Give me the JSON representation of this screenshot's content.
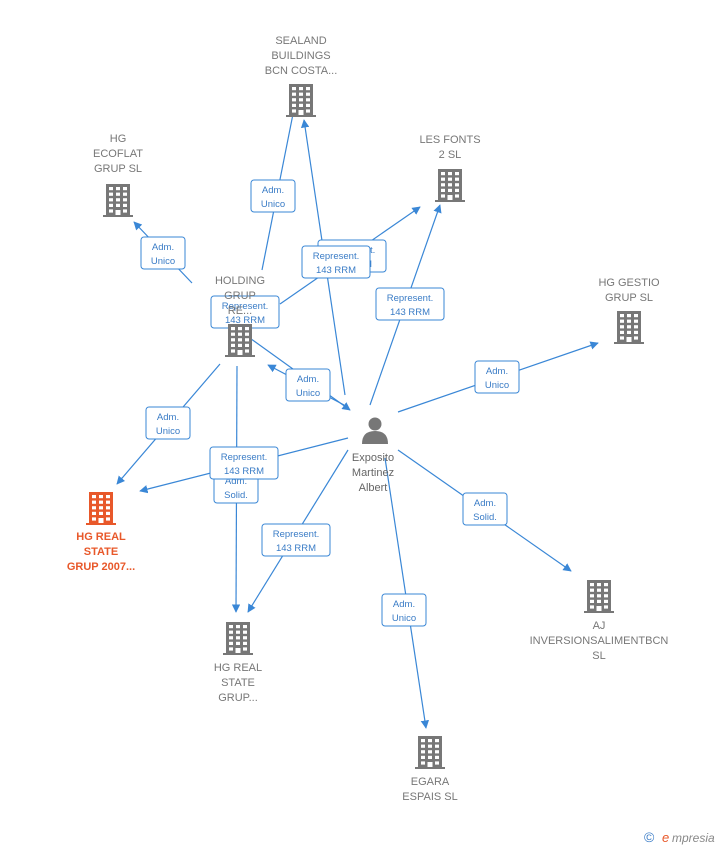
{
  "colors": {
    "edge": "#3a87d6",
    "company_icon": "#777777",
    "focus_company": "#e8582a",
    "person_icon": "#777777",
    "label_text": "#777777"
  },
  "person": {
    "icon": "person-icon",
    "lines": [
      "Exposito",
      "Martinez",
      "Albert"
    ]
  },
  "companies": [
    {
      "id": "sealand",
      "icon": "building-icon",
      "lines": [
        "SEALAND",
        "BUILDINGS",
        "BCN COSTA..."
      ]
    },
    {
      "id": "ecoflat",
      "icon": "building-icon",
      "lines": [
        "HG",
        "ECOFLAT",
        "GRUP  SL"
      ]
    },
    {
      "id": "lesfonts",
      "icon": "building-icon",
      "lines": [
        "LES FONTS",
        "2  SL"
      ]
    },
    {
      "id": "holding",
      "icon": "building-icon",
      "lines": [
        "HOLDING",
        "GRUP",
        "RE..."
      ]
    },
    {
      "id": "gestio",
      "icon": "building-icon",
      "lines": [
        "HG GESTIO",
        "GRUP SL"
      ]
    },
    {
      "id": "realstate2007",
      "icon": "building-icon",
      "focus": true,
      "lines": [
        "HG REAL",
        "STATE",
        "GRUP 2007..."
      ]
    },
    {
      "id": "realstategrup",
      "icon": "building-icon",
      "lines": [
        "HG REAL",
        "STATE",
        "GRUP..."
      ]
    },
    {
      "id": "aj",
      "icon": "building-icon",
      "lines": [
        "AJ",
        "INVERSIONSALIMENTBCN",
        "SL"
      ]
    },
    {
      "id": "egara",
      "icon": "building-icon",
      "lines": [
        "EGARA",
        "ESPAIS  SL"
      ]
    }
  ],
  "edges": [
    {
      "id": "e1",
      "label": [
        "Adm.",
        "Unico"
      ]
    },
    {
      "id": "e2",
      "label": [
        "Adm.",
        "Unico"
      ]
    },
    {
      "id": "e3",
      "label": [
        "Represent.",
        "143 RRM"
      ]
    },
    {
      "id": "e4",
      "label": [
        "Represent.",
        "143 RRM"
      ]
    },
    {
      "id": "e5",
      "label": [
        "Represent.",
        "143 RRM"
      ]
    },
    {
      "id": "e6",
      "label": [
        "Adm.",
        "Unico"
      ]
    },
    {
      "id": "e7",
      "label": [
        "Adm.",
        "Unico"
      ]
    },
    {
      "id": "e8",
      "label": [
        "Adm.",
        "Unico"
      ]
    },
    {
      "id": "e9",
      "label": [
        "Represent.",
        "143 RRM"
      ]
    },
    {
      "id": "e10",
      "label": [
        "Adm.",
        "Solid."
      ]
    },
    {
      "id": "e11",
      "label": [
        "Represent.",
        "143 RRM"
      ]
    },
    {
      "id": "e12",
      "label": [
        "Adm.",
        "Solid."
      ]
    },
    {
      "id": "e13",
      "label": [
        "Adm.",
        "Unico"
      ]
    }
  ],
  "footer": {
    "copyright": "©",
    "brand_initial": "e",
    "brand_rest": "mpresia"
  }
}
